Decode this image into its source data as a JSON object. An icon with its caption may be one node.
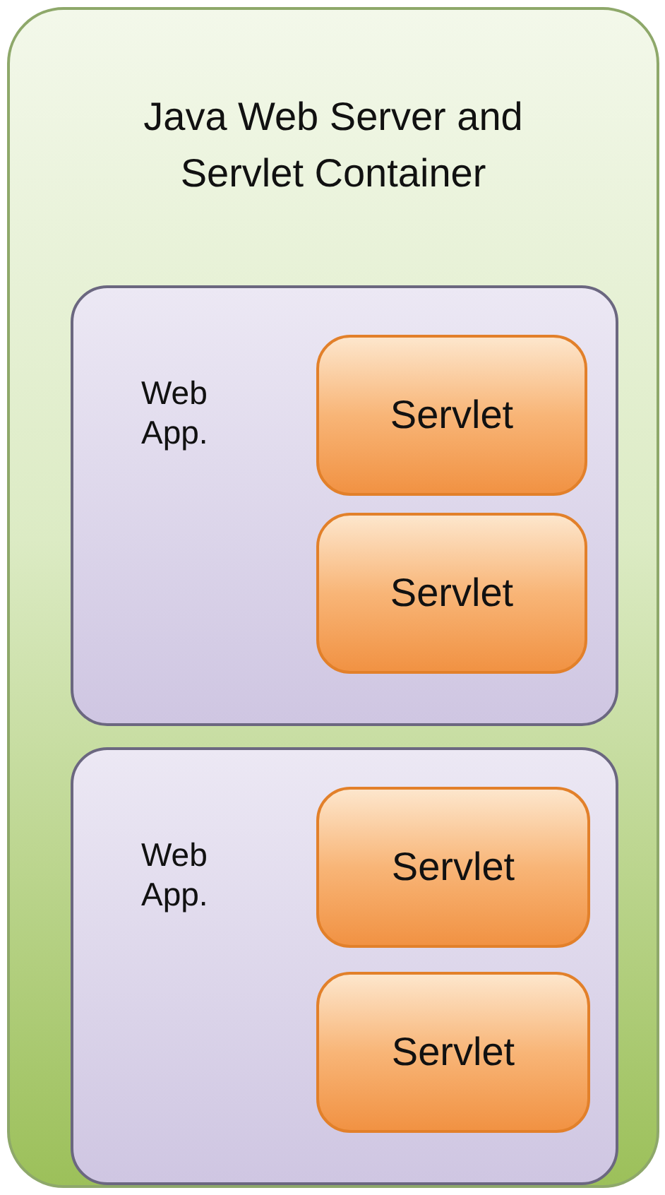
{
  "diagram": {
    "nodes": [
      {
        "text": [
          "Java Web Server and Servlet Container"
        ]
      },
      {
        "text": [
          "Web App."
        ],
        "in": 0
      },
      {
        "text": [
          "Servlet"
        ],
        "in": 1
      },
      {
        "text": [
          "Servlet"
        ],
        "in": 1
      },
      {
        "text": [
          "Web App."
        ],
        "in": 0
      },
      {
        "text": [
          "Servlet"
        ],
        "in": 4
      },
      {
        "text": [
          "Servlet"
        ],
        "in": 4
      }
    ]
  }
}
